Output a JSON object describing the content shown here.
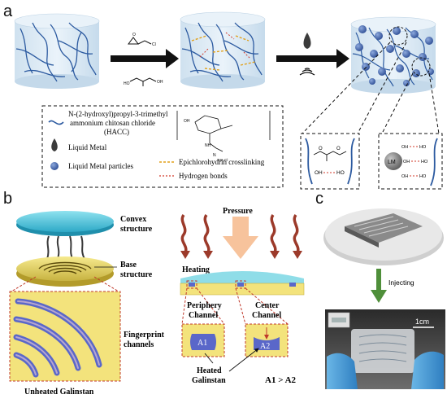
{
  "panel_a": {
    "letter": "a",
    "legend": {
      "hacc_line1": "N-(2-hydroxyl)propyl-3-trimethyl",
      "hacc_line2": "ammonium chitosan chloride",
      "hacc_line3": "(HACC)",
      "liquid_metal": "Liquid Metal",
      "liquid_metal_particles": "Liquid Metal particles",
      "crosslinking": "Epichlorohydrin crosslinking",
      "hydrogen_bonds": "Hydrogen bonds"
    },
    "zoom_right": {
      "lm": "LM",
      "oh1": "OH",
      "ho1": "HO",
      "oh2": "OH",
      "ho2": "HO",
      "oh3": "OH",
      "ho3": "HO"
    },
    "zoom_left": {
      "oh_left": "OH",
      "ho_right": "HO",
      "o1": "O",
      "o2": "O"
    },
    "chem_hacc": {
      "nh": "NH",
      "oh": "OH",
      "n": "N",
      "me": "Me₃Cl"
    },
    "chem_glycerol": "OH"
  },
  "panel_b": {
    "letter": "b",
    "convex": "Convex",
    "convex2": "structure",
    "base": "Base",
    "base2": "structure",
    "fingerprint": "Fingerprint",
    "fingerprint2": "channels",
    "unheated": "Unheated Galinstan",
    "pressure": "Pressure",
    "heating": "Heating",
    "periphery": "Periphery",
    "periphery2": "Channel",
    "center": "Center",
    "center2": "Channel",
    "a1": "A1",
    "a2": "A2",
    "heated": "Heated",
    "heated2": "Galinstan",
    "compare": "A1 > A2"
  },
  "panel_c": {
    "letter": "c",
    "injecting": "Injecting",
    "scale": "1cm"
  },
  "colors": {
    "hydrogel_fill": "#dbe9f4",
    "chain": "#2c5aa0",
    "particle": "#4b6fb0",
    "lid": "#58c6dc",
    "base": "#f0e07a",
    "channel": "#5a67c9",
    "arrow": "#9c3a2a",
    "big_arrow": "#f7c39c",
    "inject_arrow": "#4f8f3a"
  }
}
